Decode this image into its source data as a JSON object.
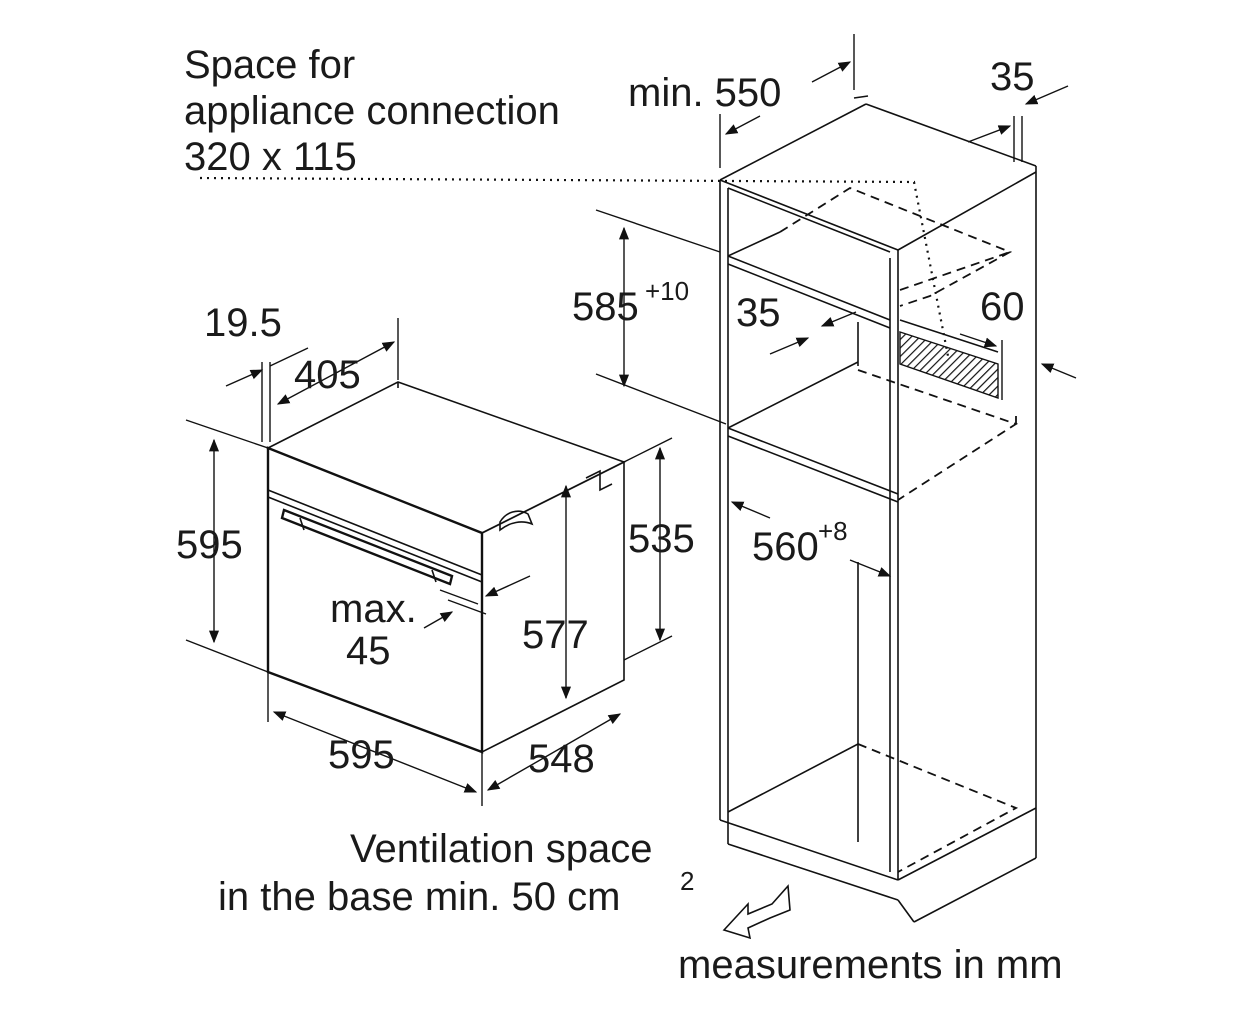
{
  "labels": {
    "connection_line1": "Space for",
    "connection_line2": "appliance connection",
    "connection_line3": "320 x 115",
    "min_550": "min. 550",
    "dim_35_top": "35",
    "dim_585": "585",
    "dim_585_sup": "+10",
    "dim_35_mid": "35",
    "dim_60": "60",
    "dim_19_5": "19.5",
    "dim_405": "405",
    "dim_595_height": "595",
    "dim_535": "535",
    "dim_560": "560",
    "dim_560_sup": "+8",
    "max_line1": "max.",
    "max_line2": "45",
    "dim_577": "577",
    "dim_595_width": "595",
    "dim_548": "548",
    "ventilation_line1": "Ventilation space",
    "ventilation_line2": "in the base min. 50 cm",
    "ventilation_sup": "2",
    "units_note": "measurements in mm"
  },
  "icons": {
    "airflow": "airflow-arrow-icon"
  }
}
